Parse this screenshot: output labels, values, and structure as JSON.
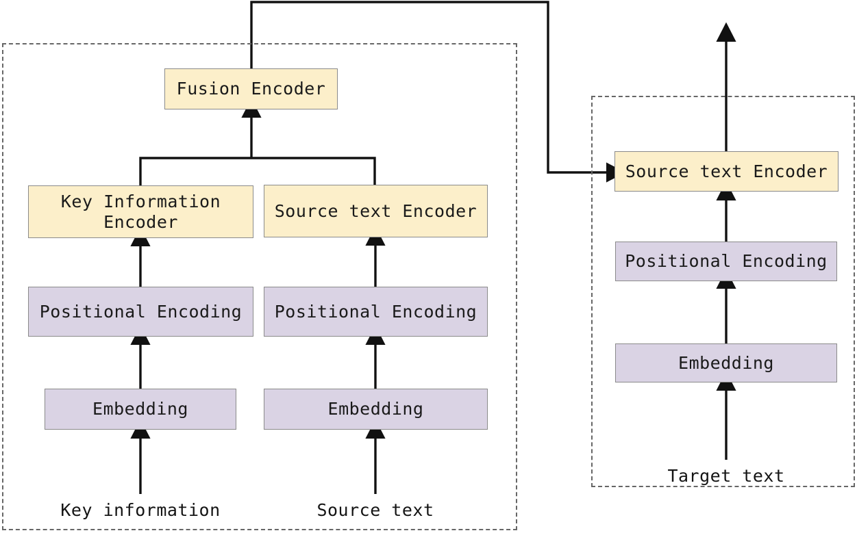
{
  "figure": {
    "title": "Dual-encoder fusion architecture diagram",
    "colors": {
      "encoder_fill": "#fcefca",
      "embedding_fill": "#dad3e4",
      "box_stroke": "#8a8a8a",
      "panel_stroke": "#666666",
      "arrow": "#111111",
      "background": "#ffffff"
    }
  },
  "left_panel": {
    "name": "source-side-encoder-panel",
    "nodes": {
      "fusion_encoder": "Fusion Encoder",
      "key_information_encoder": "Key Information\nEncoder",
      "source_text_encoder": "Source text Encoder",
      "key_positional_encoding": "Positional Encoding",
      "source_positional_encoding": "Positional Encoding",
      "key_embedding": "Embedding",
      "source_embedding": "Embedding"
    },
    "captions": {
      "key_information_input": "Key information",
      "source_text_input": "Source text"
    }
  },
  "right_panel": {
    "name": "target-side-encoder-panel",
    "nodes": {
      "source_text_encoder": "Source text Encoder",
      "positional_encoding": "Positional Encoding",
      "embedding": "Embedding"
    },
    "captions": {
      "target_text_input": "Target text"
    }
  },
  "edges": [
    {
      "from": "key_embedding",
      "to": "key_positional_encoding"
    },
    {
      "from": "source_embedding",
      "to": "source_positional_encoding"
    },
    {
      "from": "key_positional_encoding",
      "to": "key_information_encoder"
    },
    {
      "from": "source_positional_encoding",
      "to": "source_text_encoder"
    },
    {
      "from": "key_information_encoder",
      "to": "fusion_encoder"
    },
    {
      "from": "source_text_encoder",
      "to": "fusion_encoder"
    },
    {
      "from": "fusion_encoder",
      "to": "right_source_text_encoder"
    },
    {
      "from": "right_embedding",
      "to": "right_positional_encoding"
    },
    {
      "from": "right_positional_encoding",
      "to": "right_source_text_encoder"
    },
    {
      "from": "right_source_text_encoder",
      "to": "output"
    }
  ]
}
